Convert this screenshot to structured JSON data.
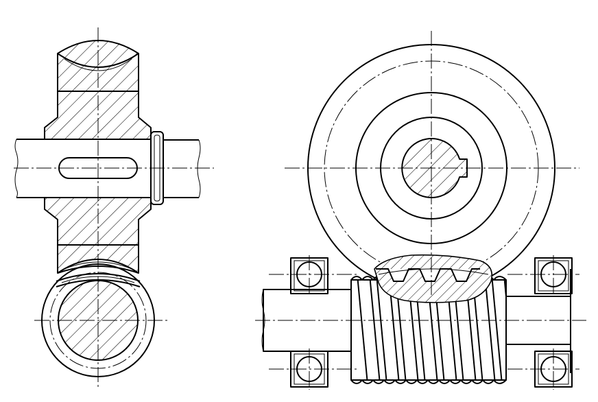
{
  "drawing": {
    "views": [
      {
        "id": "side-section",
        "parts": [
          "worm-wheel-section",
          "shaft",
          "key",
          "retaining-ring",
          "worm-section"
        ]
      },
      {
        "id": "front-view",
        "parts": [
          "worm-wheel",
          "hub",
          "bore-with-keyway",
          "worm",
          "bearings"
        ]
      }
    ],
    "colors": {
      "line": "#000000",
      "background": "#ffffff"
    }
  }
}
